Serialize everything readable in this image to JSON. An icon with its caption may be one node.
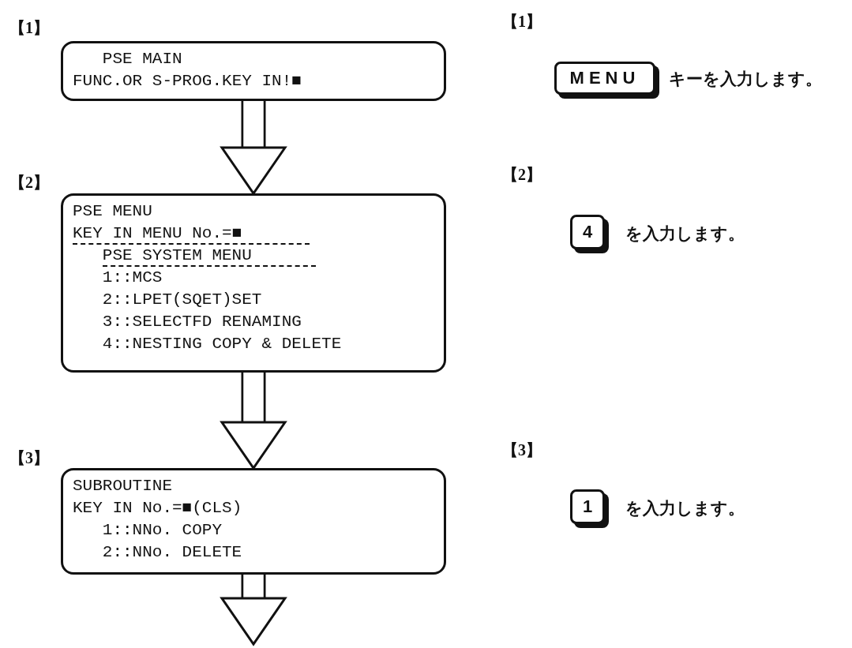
{
  "diagram": {
    "nodes": [
      {
        "text": [
          "PSE MAIN",
          "FUNC.OR S-PROG.KEY IN!■"
        ]
      },
      {
        "text": [
          "PSE MENU",
          "KEY IN MENU No.=■",
          "PSE SYSTEM MENU",
          "1::MCS",
          "2::LPET(SQET)SET",
          "3::SELECTFD RENAMING",
          "4::NESTING COPY & DELETE"
        ]
      },
      {
        "text": [
          "SUBROUTINE",
          "KEY IN No.=■(CLS)",
          "1::NNo. COPY",
          "2::NNo. DELETE"
        ]
      },
      {
        "text": [
          "MENU"
        ],
        "beside": [
          "キーを入力します。"
        ]
      },
      {
        "text": [
          "4"
        ],
        "beside": [
          "を入力します。"
        ]
      },
      {
        "text": [
          "1"
        ],
        "beside": [
          "を入力します。"
        ]
      }
    ],
    "edges": [
      {
        "from": 0,
        "to": 1,
        "arrow": "to"
      },
      {
        "from": 1,
        "to": 2,
        "arrow": "to"
      },
      {
        "from": 2,
        "to": null,
        "arrow": "to"
      }
    ],
    "labels": [
      "【1】",
      "【1】",
      "【2】",
      "【2】",
      "【3】",
      "【3】"
    ]
  }
}
